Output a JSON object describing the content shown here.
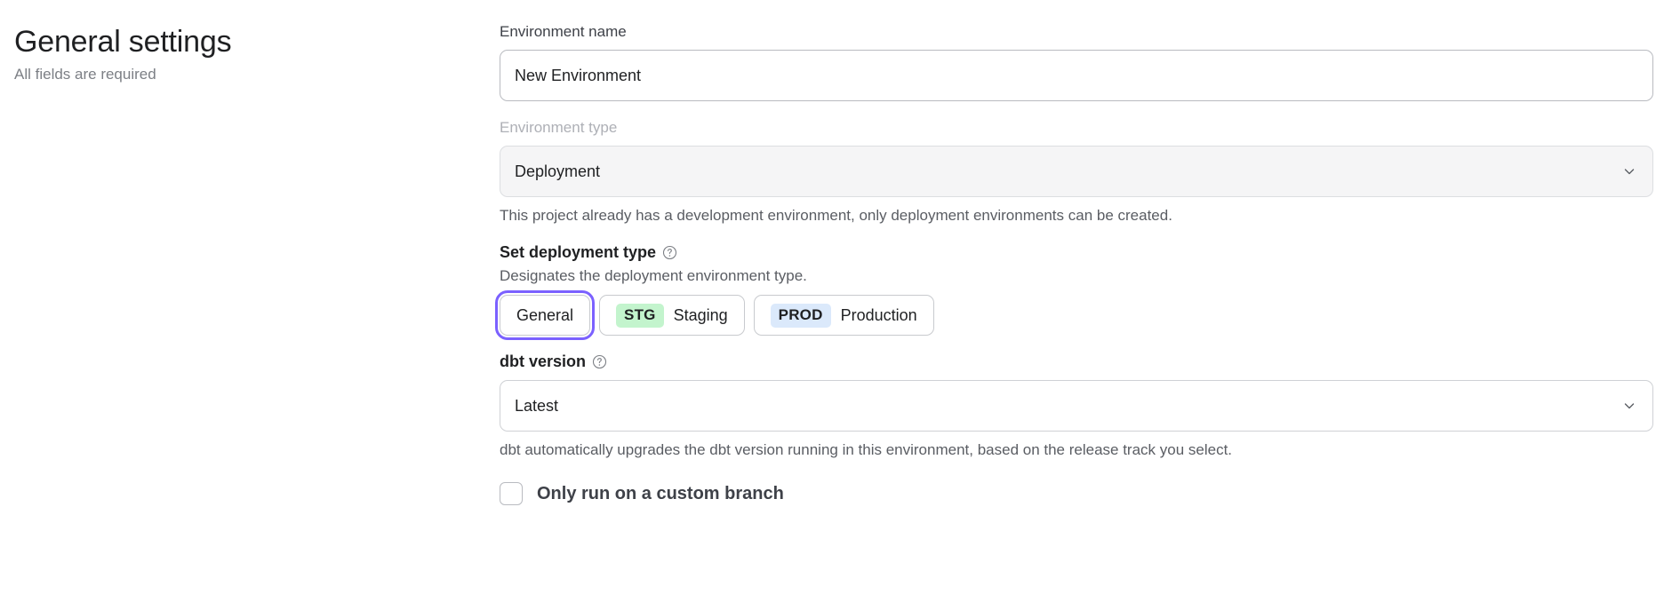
{
  "header": {
    "title": "General settings",
    "subtitle": "All fields are required"
  },
  "form": {
    "environment_name": {
      "label": "Environment name",
      "value": "New Environment",
      "placeholder": "Environment name"
    },
    "environment_type": {
      "label": "Environment type",
      "value": "Deployment",
      "disabled": true,
      "helper": "This project already has a development environment, only deployment environments can be created.",
      "caret_icon": "chevron-down-icon"
    },
    "deployment_type": {
      "label": "Set deployment type",
      "help_icon": "help-circle-icon",
      "description": "Designates the deployment environment type.",
      "options": [
        {
          "badge": "",
          "label": "General",
          "selected": true
        },
        {
          "badge": "STG",
          "label": "Staging",
          "selected": false
        },
        {
          "badge": "PROD",
          "label": "Production",
          "selected": false
        }
      ]
    },
    "dbt_version": {
      "label": "dbt version",
      "help_icon": "help-circle-icon",
      "value": "Latest",
      "helper": "dbt automatically upgrades the dbt version running in this environment, based on the release track you select.",
      "caret_icon": "chevron-down-icon"
    },
    "custom_branch": {
      "label": "Only run on a custom branch",
      "checked": false
    }
  },
  "colors": {
    "focus_ring": "#7b61ff",
    "staging_badge": "#c3f4cd",
    "production_badge": "#dbe9fb",
    "disabled_field": "#f5f5f6"
  }
}
